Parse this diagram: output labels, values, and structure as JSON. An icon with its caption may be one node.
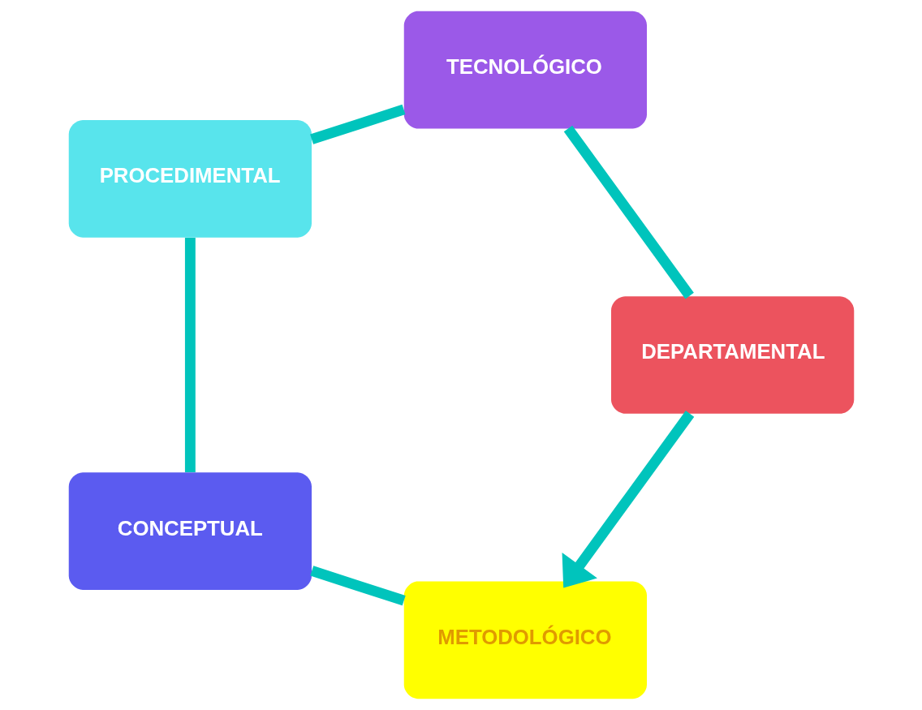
{
  "diagram": {
    "nodes": [
      {
        "text": [
          "METODOLÓGICO"
        ]
      },
      {
        "text": [
          "CONCEPTUAL"
        ]
      },
      {
        "text": [
          "PROCEDIMENTAL"
        ]
      },
      {
        "text": [
          "TECNOLÓGICO"
        ]
      },
      {
        "text": [
          "DEPARTAMENTAL"
        ]
      }
    ],
    "edges": [
      {
        "from": 0,
        "to": 1,
        "arrow": "none"
      },
      {
        "from": 1,
        "to": 2,
        "arrow": "none"
      },
      {
        "from": 2,
        "to": 3,
        "arrow": "none"
      },
      {
        "from": 3,
        "to": 4,
        "arrow": "none"
      },
      {
        "from": 4,
        "to": 0,
        "arrow": "to"
      }
    ]
  }
}
